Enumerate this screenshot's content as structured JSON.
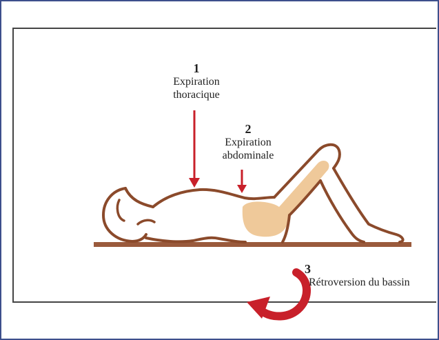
{
  "labels": {
    "thoracic": {
      "number": "1",
      "line1": "Expiration",
      "line2": "thoracique"
    },
    "abdominal": {
      "number": "2",
      "line1": "Expiration",
      "line2": "abdominale"
    },
    "pelvis": {
      "number": "3",
      "text": "Rétroversion du bassin"
    }
  },
  "colors": {
    "frame_border": "#3d4f8c",
    "panel_border": "#444444",
    "body_outline": "#8b4a2b",
    "floor": "#9a5a3c",
    "pelvis_fill": "#efc99a",
    "arrow_red": "#c8202a"
  },
  "icons": {
    "arrow_1": "down-arrow-icon",
    "arrow_2": "down-arrow-icon",
    "arrow_3": "curved-rotation-arrow-icon"
  }
}
